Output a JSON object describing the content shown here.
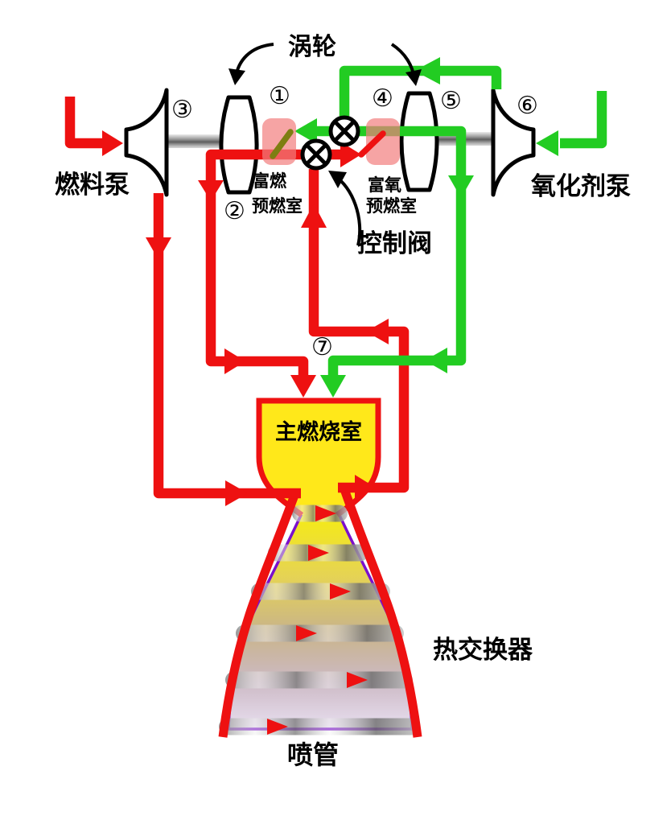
{
  "diagram_title_context": "rocket engine staged combustion cycle schematic",
  "labels": {
    "turbine": "涡轮",
    "fuel_pump": "燃料泵",
    "oxidizer_pump": "氧化剂泵",
    "fuel_rich_preburner": [
      "富燃",
      "预燃室"
    ],
    "oxygen_rich_preburner": [
      "富氧",
      "预燃室"
    ],
    "control_valve": "控制阀",
    "main_combustion_chamber": "主燃烧室",
    "heat_exchanger": "热交换器",
    "nozzle": "喷管"
  },
  "numbers": [
    "①",
    "②",
    "③",
    "④",
    "⑤",
    "⑥",
    "⑦"
  ],
  "colors": {
    "fuel_line": "#ee1111",
    "oxidizer_line": "#22cc22",
    "mixed_flow_slash": "#7e7e12",
    "preburner_fill": "rgba(242,125,125,0.7)",
    "chamber_fill": "#ffe81a",
    "nozzle_outline": "#7b10cc",
    "component_outline": "#000000"
  }
}
